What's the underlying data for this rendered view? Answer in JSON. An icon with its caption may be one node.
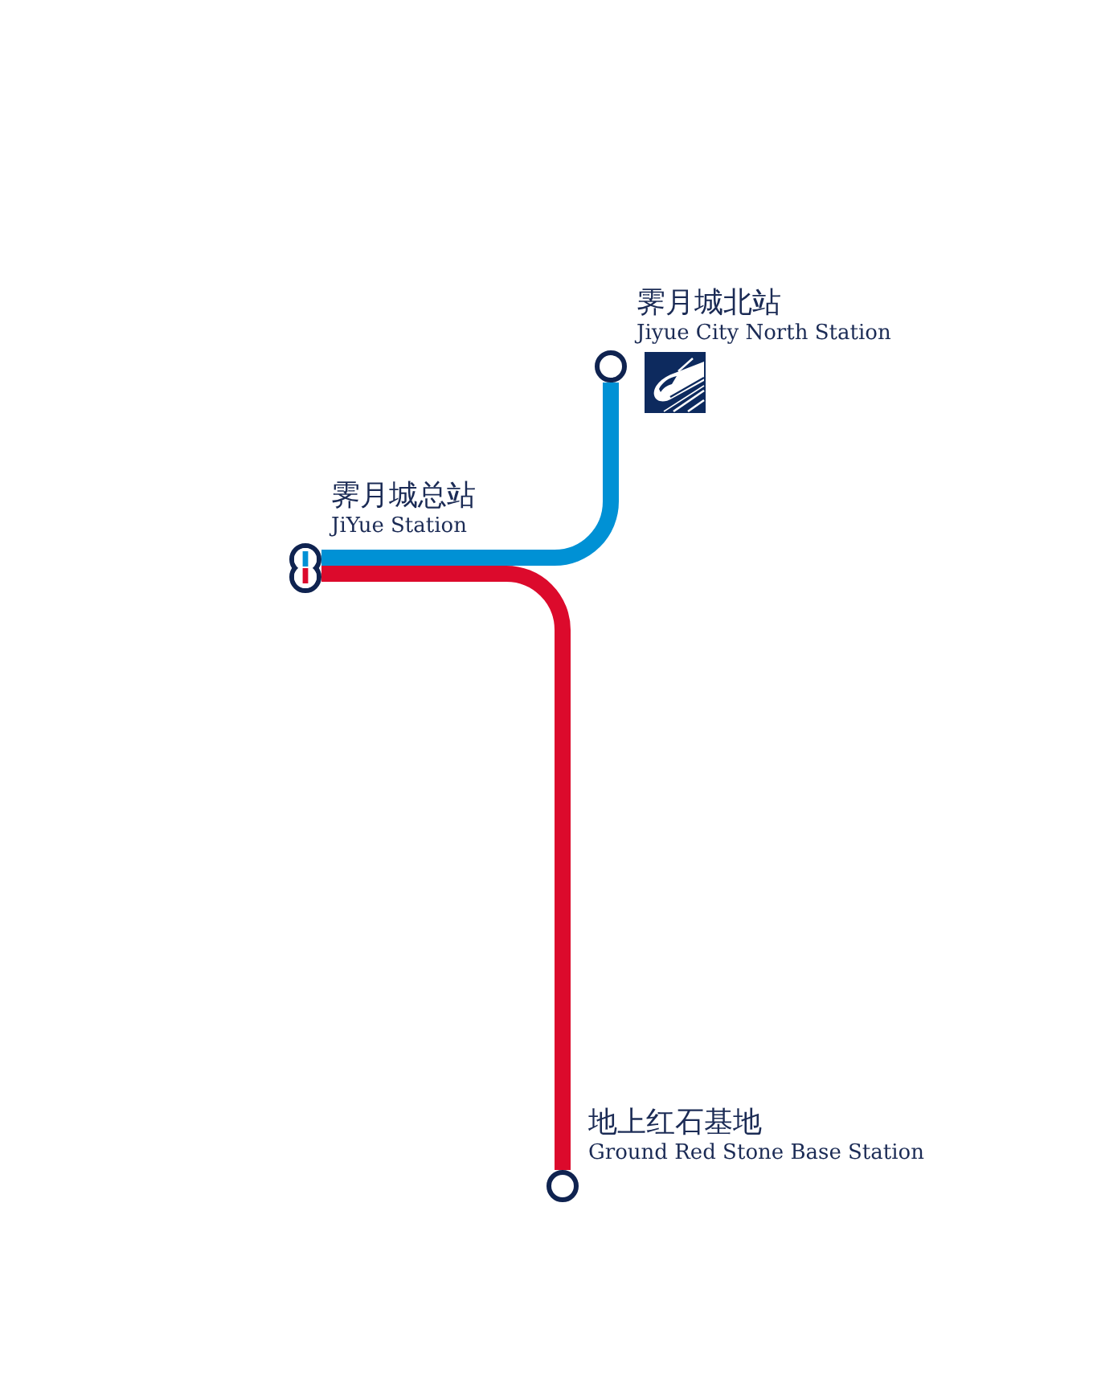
{
  "diagram": {
    "nodes": [
      {
        "text": [],
        "shape": "circle",
        "beside": [
          "霁月城北站",
          "Jiyue City North Station"
        ]
      },
      {
        "text": [],
        "shape": "capsule",
        "beside": [
          "霁月城总站",
          "JiYue Station"
        ]
      },
      {
        "text": [],
        "shape": "circle",
        "beside": [
          "地上红石基地",
          "Ground Red Stone Base Station"
        ]
      }
    ],
    "edges": [
      {
        "from": 1,
        "to": 0,
        "arrow": "none",
        "color": "#0091d5"
      },
      {
        "from": 1,
        "to": 2,
        "arrow": "none",
        "color": "#dc0a2c"
      }
    ]
  }
}
